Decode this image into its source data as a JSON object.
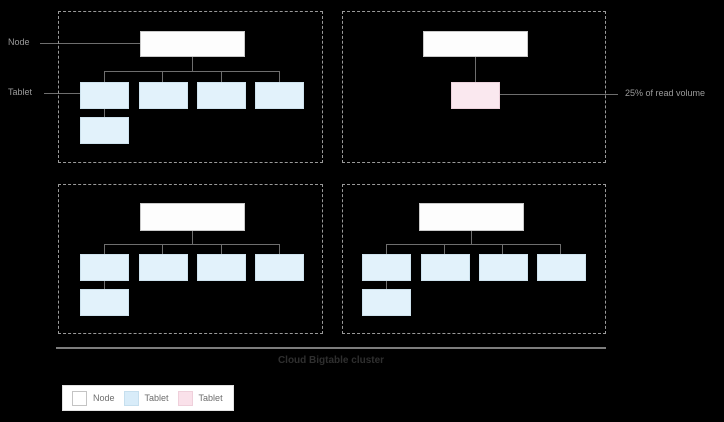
{
  "diagram": {
    "title": "Cloud Bigtable cluster",
    "side_labels": [
      {
        "id": "node",
        "text": "Node"
      },
      {
        "id": "tablet",
        "text": "Tablet"
      }
    ],
    "callouts": [
      {
        "id": "hot-tablet",
        "text": "25% of read volume"
      }
    ],
    "legend": {
      "items": [
        {
          "id": "node",
          "label": "Node",
          "color": "#ffffff"
        },
        {
          "id": "tablet",
          "label": "Tablet",
          "color": "#d8ecf9"
        },
        {
          "id": "tablet-hot",
          "label": "Tablet",
          "color": "#fae1ea"
        }
      ]
    },
    "colors": {
      "background": "#000000",
      "node_fill": "#fdfdfd",
      "tablet_fill": "#e2f2fb",
      "hot_tablet_fill": "#fae8ef",
      "connector": "#6e6e6e",
      "panel_border": "#9a9a9a",
      "label_text": "#9b9b9b",
      "caption_text": "#2f2f2f"
    },
    "panels": [
      {
        "id": "node-panel-top-left",
        "node_count": 1,
        "tablet_count": 5,
        "hot_tablet_count": 0
      },
      {
        "id": "node-panel-top-right",
        "node_count": 1,
        "tablet_count": 0,
        "hot_tablet_count": 1
      },
      {
        "id": "node-panel-bottom-left",
        "node_count": 1,
        "tablet_count": 5,
        "hot_tablet_count": 0
      },
      {
        "id": "node-panel-bottom-right",
        "node_count": 1,
        "tablet_count": 5,
        "hot_tablet_count": 0
      }
    ]
  }
}
